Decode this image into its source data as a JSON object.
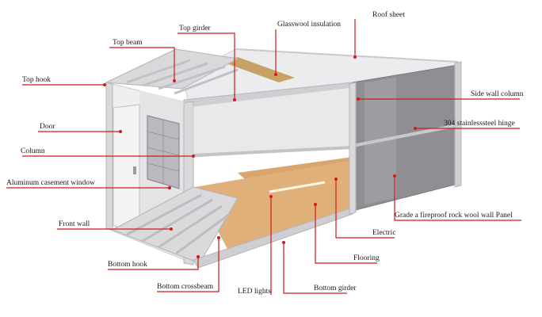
{
  "colors": {
    "leader": "#d11a1a",
    "frame": "#d9d9db",
    "frame_edge": "#b5b5b9",
    "panel_dark": "#8f8f93",
    "panel_light": "#ececee",
    "floor": "#d9a56c",
    "insulation": "#c8a264"
  },
  "labels": {
    "top_hook": "Top hook",
    "top_beam": "Top beam",
    "top_girder": "Top girder",
    "glasswool": "Glasswool insulation",
    "roof_sheet": "Roof sheet",
    "side_wall_column": "Side wall column",
    "hinge": "304 stainlesssteel hinge",
    "door": "Door",
    "column": "Column",
    "window": "Aluminum casement window",
    "panel": "Grade a fireproof rock wool wall Panel",
    "front_wall": "Front wall",
    "electric": "Electric",
    "flooring": "Flooring",
    "bottom_hook": "Bottom hook",
    "bottom_crossbeam": "Bottom crossbeam",
    "led_lights": "LED lights",
    "bottom_girder": "Bottom girder"
  }
}
